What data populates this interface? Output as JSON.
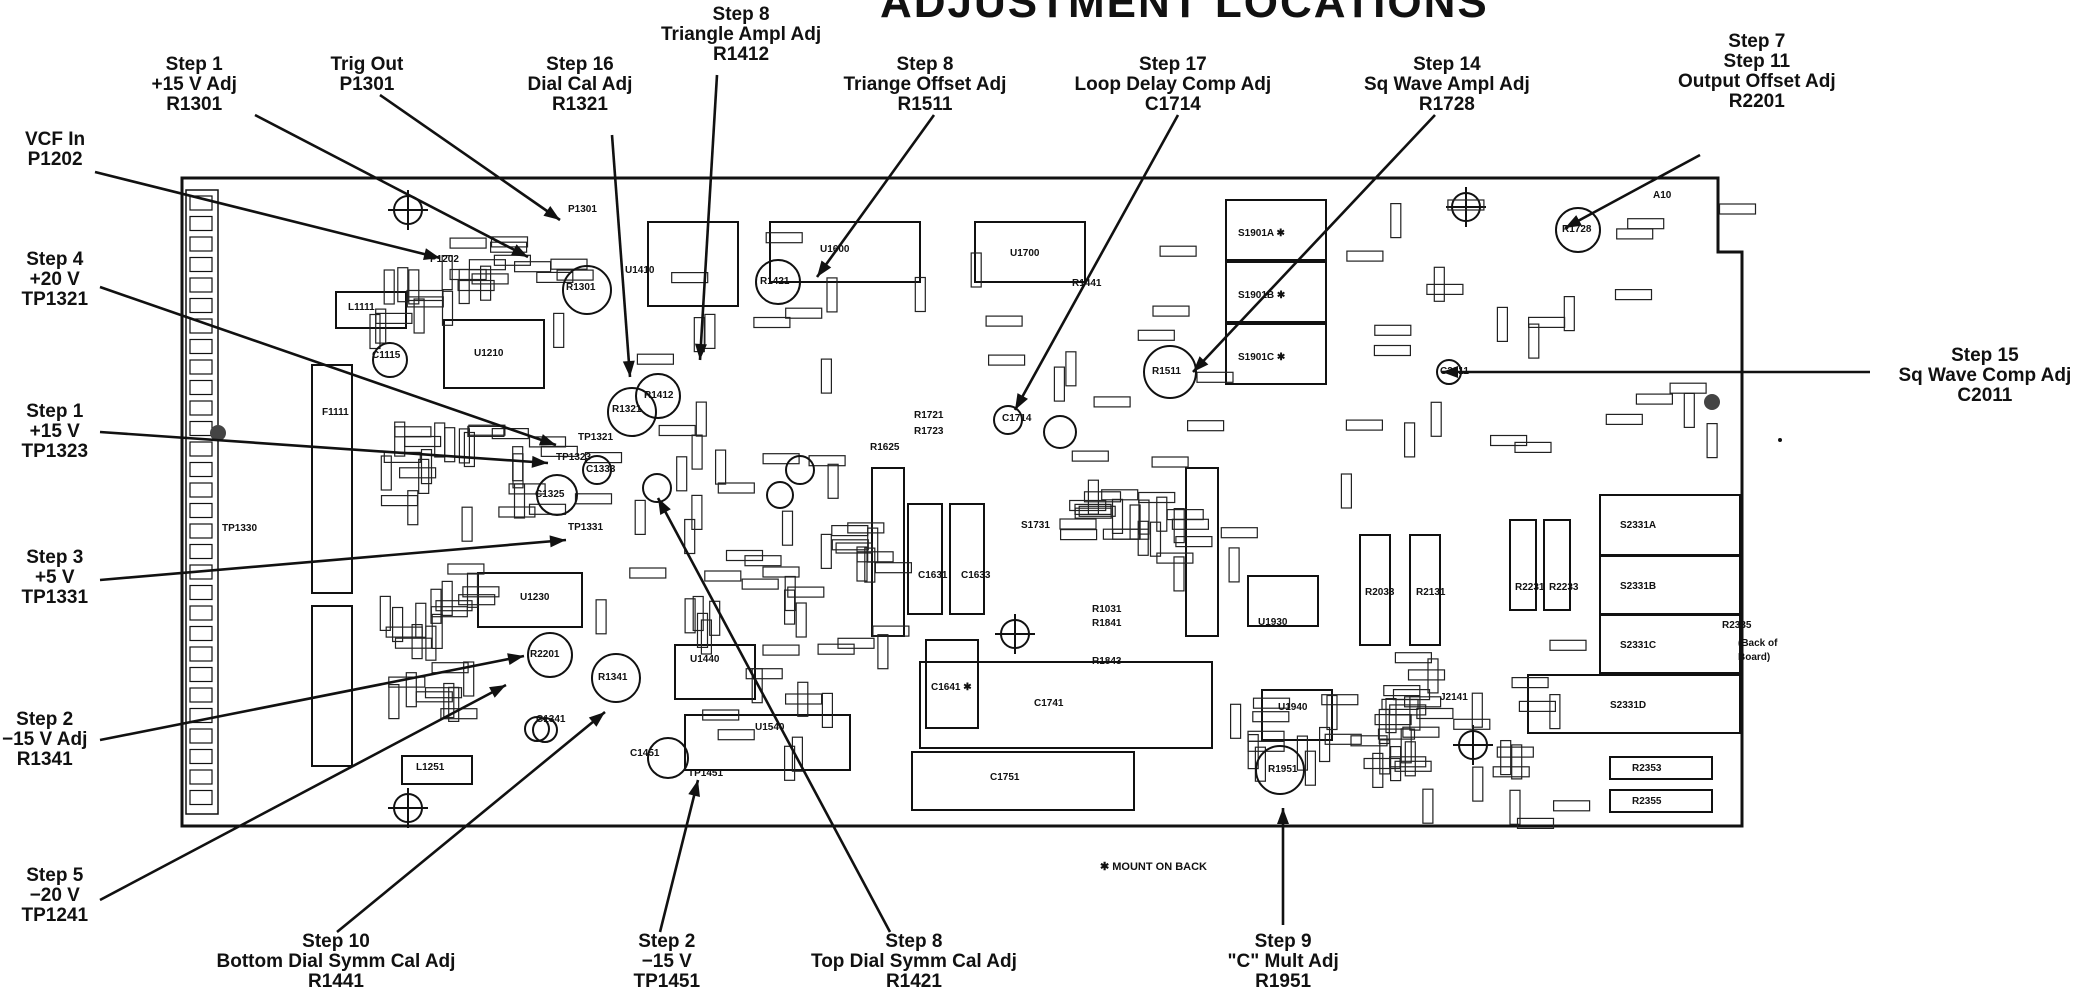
{
  "title": "ADJUSTMENT LOCATIONS",
  "mount_note": "✱ MOUNT ON BACK",
  "callouts": [
    {
      "id": "vcf",
      "lines": [
        "VCF In",
        "P1202"
      ]
    },
    {
      "id": "s1a",
      "lines": [
        "Step 1",
        "+15 V Adj",
        "R1301"
      ]
    },
    {
      "id": "trig",
      "lines": [
        "Trig Out",
        "P1301"
      ]
    },
    {
      "id": "s16",
      "lines": [
        "Step 16",
        "Dial Cal Adj",
        "R1321"
      ]
    },
    {
      "id": "s8a",
      "lines": [
        "Step 8",
        "Triangle Ampl Adj",
        "R1412"
      ]
    },
    {
      "id": "s8b",
      "lines": [
        "Step 8",
        "Triange Offset Adj",
        "R1511"
      ]
    },
    {
      "id": "s17",
      "lines": [
        "Step 17",
        "Loop Delay Comp Adj",
        "C1714"
      ]
    },
    {
      "id": "s14",
      "lines": [
        "Step 14",
        "Sq Wave Ampl Adj",
        "R1728"
      ]
    },
    {
      "id": "s7",
      "lines": [
        "Step 7",
        "Step 11",
        "Output Offset Adj",
        "R2201"
      ]
    },
    {
      "id": "s15",
      "lines": [
        "Step 15",
        "Sq Wave Comp Adj",
        "C2011"
      ]
    },
    {
      "id": "s4",
      "lines": [
        "Step 4",
        "+20 V",
        "TP1321"
      ]
    },
    {
      "id": "s1b",
      "lines": [
        "Step 1",
        "+15 V",
        "TP1323"
      ]
    },
    {
      "id": "s3",
      "lines": [
        "Step 3",
        "+5 V",
        "TP1331"
      ]
    },
    {
      "id": "s2a",
      "lines": [
        "Step 2",
        "−15 V Adj",
        "R1341"
      ]
    },
    {
      "id": "s5",
      "lines": [
        "Step 5",
        "−20 V",
        "TP1241"
      ]
    },
    {
      "id": "s10",
      "lines": [
        "Step 10",
        "Bottom Dial Symm Cal Adj",
        "R1441"
      ]
    },
    {
      "id": "s2b",
      "lines": [
        "Step 2",
        "−15 V",
        "TP1451"
      ]
    },
    {
      "id": "s8c",
      "lines": [
        "Step 8",
        "Top Dial Symm Cal Adj",
        "R1421"
      ]
    },
    {
      "id": "s9",
      "lines": [
        "Step 9",
        "\"C\" Mult Adj",
        "R1951"
      ]
    }
  ],
  "board": {
    "ic_labels": [
      "U1210",
      "U1230",
      "U1410",
      "U1440",
      "U1540",
      "U1600",
      "U1700",
      "U1930",
      "U1940"
    ],
    "switch_labels": [
      "S1901A ✱",
      "S1901B ✱",
      "S1901C ✱",
      "S2331A",
      "S2331B",
      "S2331C",
      "S2331D"
    ],
    "cap_labels": [
      "C1631",
      "C1633",
      "C1641 ✱",
      "C1741",
      "C1751",
      "C1115",
      "C1325",
      "C1333",
      "C1341",
      "C1451"
    ],
    "res_labels": [
      "R2033",
      "R2131",
      "R2231",
      "R2233",
      "R2353",
      "R2355",
      "R1723",
      "R1721",
      "R1625",
      "R1841",
      "R1843",
      "R1031"
    ],
    "pot_labels": [
      "R1301",
      "R1321",
      "R1412",
      "R1421",
      "R1511",
      "R1728",
      "R2201",
      "R1341",
      "R1441",
      "R1951",
      "C1714",
      "C2011"
    ],
    "misc_labels": [
      "L1111",
      "L1251",
      "F1111",
      "S1731",
      "A10",
      "J2141",
      "R2335",
      "(Back of",
      "Board)",
      "TP1330",
      "TP1331",
      "TP1321",
      "TP1323",
      "TP1451",
      "P1202",
      "P1301"
    ]
  }
}
